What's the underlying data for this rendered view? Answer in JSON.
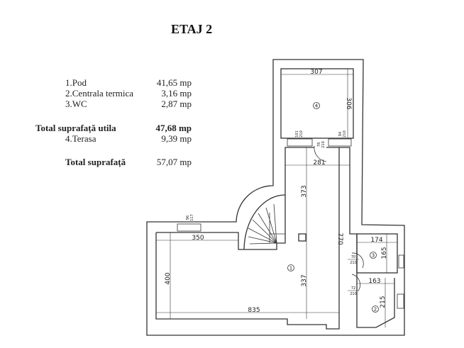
{
  "title": "ETAJ 2",
  "areas": {
    "rooms": [
      {
        "label": "1.Pod",
        "value": "41,65 mp"
      },
      {
        "label": "2.Centrala termica",
        "value": "3,16 mp"
      },
      {
        "label": "3.WC",
        "value": "2,87 mp"
      }
    ],
    "useful_total": {
      "label": "Total suprafață utila",
      "value": "47,68 mp"
    },
    "terrace": {
      "label": "4.Terasa",
      "value": "9,39 mp"
    },
    "total": {
      "label": "Total suprafață",
      "value": "57,07 mp"
    }
  },
  "plan": {
    "dimensions": {
      "terasa_width": "307",
      "terasa_depth": "306",
      "corridor_width": "281",
      "corridor_len": "373",
      "room_top": "350",
      "room_left": "400",
      "room_mid": "337",
      "room_bottom": "835",
      "corridor_total": "770",
      "wc_width": "174",
      "wc_depth": "165",
      "ct_width": "163",
      "ct_depth": "215"
    },
    "doors": {
      "d1": [
        "101",
        "210"
      ],
      "d2": [
        "78",
        "210"
      ],
      "d3": [
        "94",
        "210"
      ],
      "window": [
        "96",
        "117"
      ],
      "wc": [
        "70",
        "210"
      ],
      "ct": [
        "72",
        "210"
      ]
    },
    "room_numbers": {
      "pod": "1",
      "ct": "2",
      "wc": "3",
      "terasa": "4"
    }
  }
}
